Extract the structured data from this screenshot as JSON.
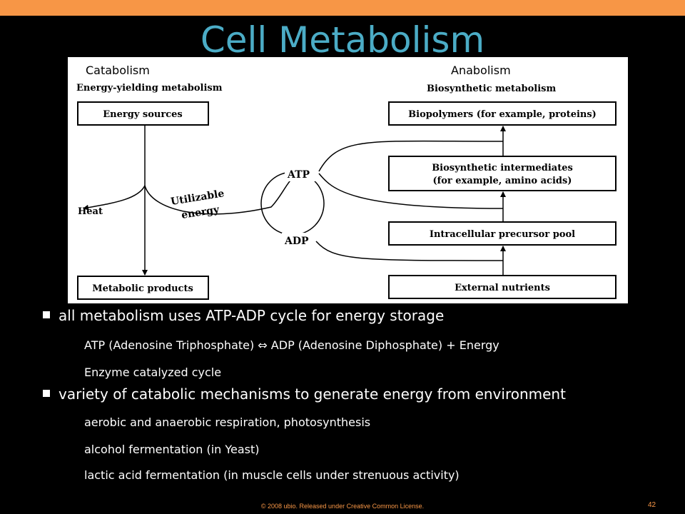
{
  "slide": {
    "title": "Cell Metabolism",
    "footer": "© 2008 ubio. Released under Creative Common License.",
    "page_number": "42",
    "accent_color": "#f79646",
    "title_color": "#4bacc6"
  },
  "diagram": {
    "catabolism": {
      "heading": "Catabolism",
      "subheading": "Energy-yielding metabolism"
    },
    "anabolism": {
      "heading": "Anabolism",
      "subheading": "Biosynthetic metabolism"
    },
    "left_boxes": {
      "energy_sources": "Energy sources",
      "metabolic_products": "Metabolic products"
    },
    "right_boxes": {
      "biopolymers": "Biopolymers (for example, proteins)",
      "intermediates_line1": "Biosynthetic intermediates",
      "intermediates_line2": "(for example, amino acids)",
      "precursor_pool": "Intracellular precursor pool",
      "external_nutrients": "External nutrients"
    },
    "labels": {
      "heat": "Heat",
      "utilizable": "Utilizable",
      "energy": "energy",
      "atp": "ATP",
      "adp": "ADP"
    }
  },
  "bullets": [
    {
      "text": "all metabolism uses ATP-ADP cycle for energy storage",
      "sub": [
        "ATP (Adenosine Triphosphate) ⇔ ADP (Adenosine Diphosphate) + Energy",
        "Enzyme catalyzed cycle"
      ]
    },
    {
      "text": "variety of catabolic mechanisms to generate energy from environment",
      "sub": [
        "aerobic and anaerobic respiration, photosynthesis",
        "alcohol fermentation (in Yeast)",
        "lactic acid fermentation (in muscle cells under strenuous activity)"
      ]
    }
  ]
}
